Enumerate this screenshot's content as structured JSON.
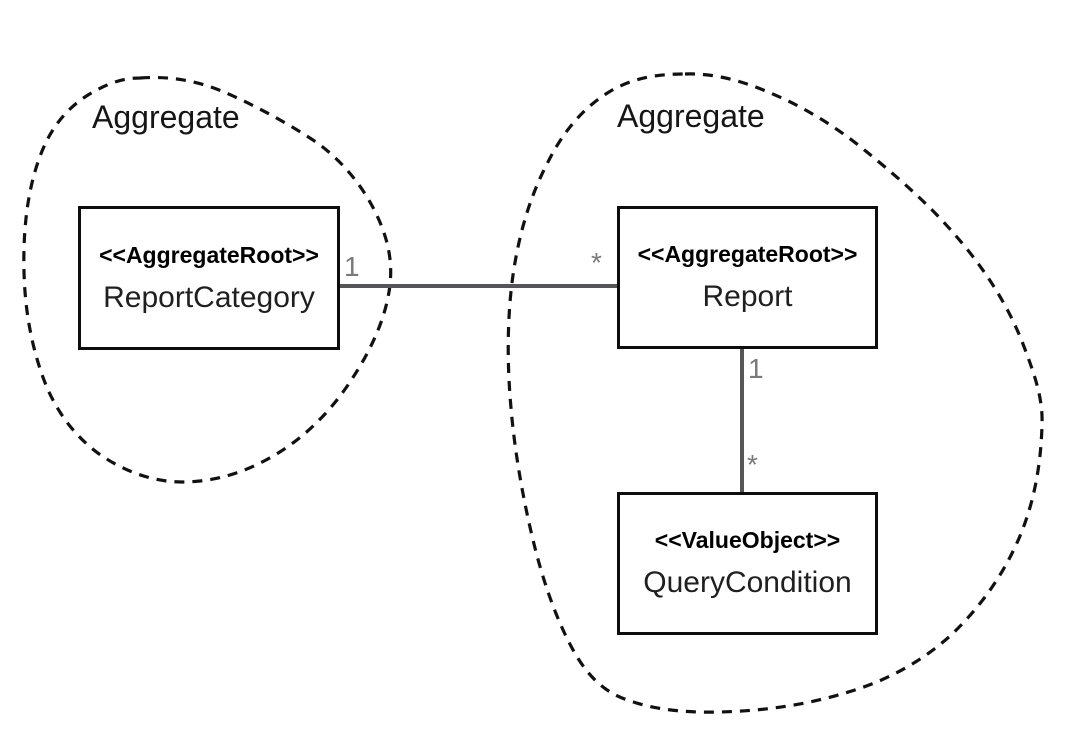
{
  "diagram": {
    "type": "ddd-aggregate-diagram",
    "background": "#ffffff",
    "colors": {
      "boundary_stroke": "#111111",
      "box_border": "#0d0d0d",
      "edge_line": "#565658",
      "multiplicity_text": "#7a7a7a",
      "label_text": "#161616"
    },
    "aggregates": [
      {
        "label": "Aggregate",
        "nodes": [
          {
            "stereotype": "<<AggregateRoot>>",
            "name": "ReportCategory"
          }
        ]
      },
      {
        "label": "Aggregate",
        "nodes": [
          {
            "stereotype": "<<AggregateRoot>>",
            "name": "Report"
          },
          {
            "stereotype": "<<ValueObject>>",
            "name": "QueryCondition"
          }
        ]
      }
    ],
    "relations": [
      {
        "from": "ReportCategory",
        "to": "Report",
        "from_multiplicity": "1",
        "to_multiplicity": "*"
      },
      {
        "from": "Report",
        "to": "QueryCondition",
        "from_multiplicity": "1",
        "to_multiplicity": "*"
      }
    ]
  }
}
